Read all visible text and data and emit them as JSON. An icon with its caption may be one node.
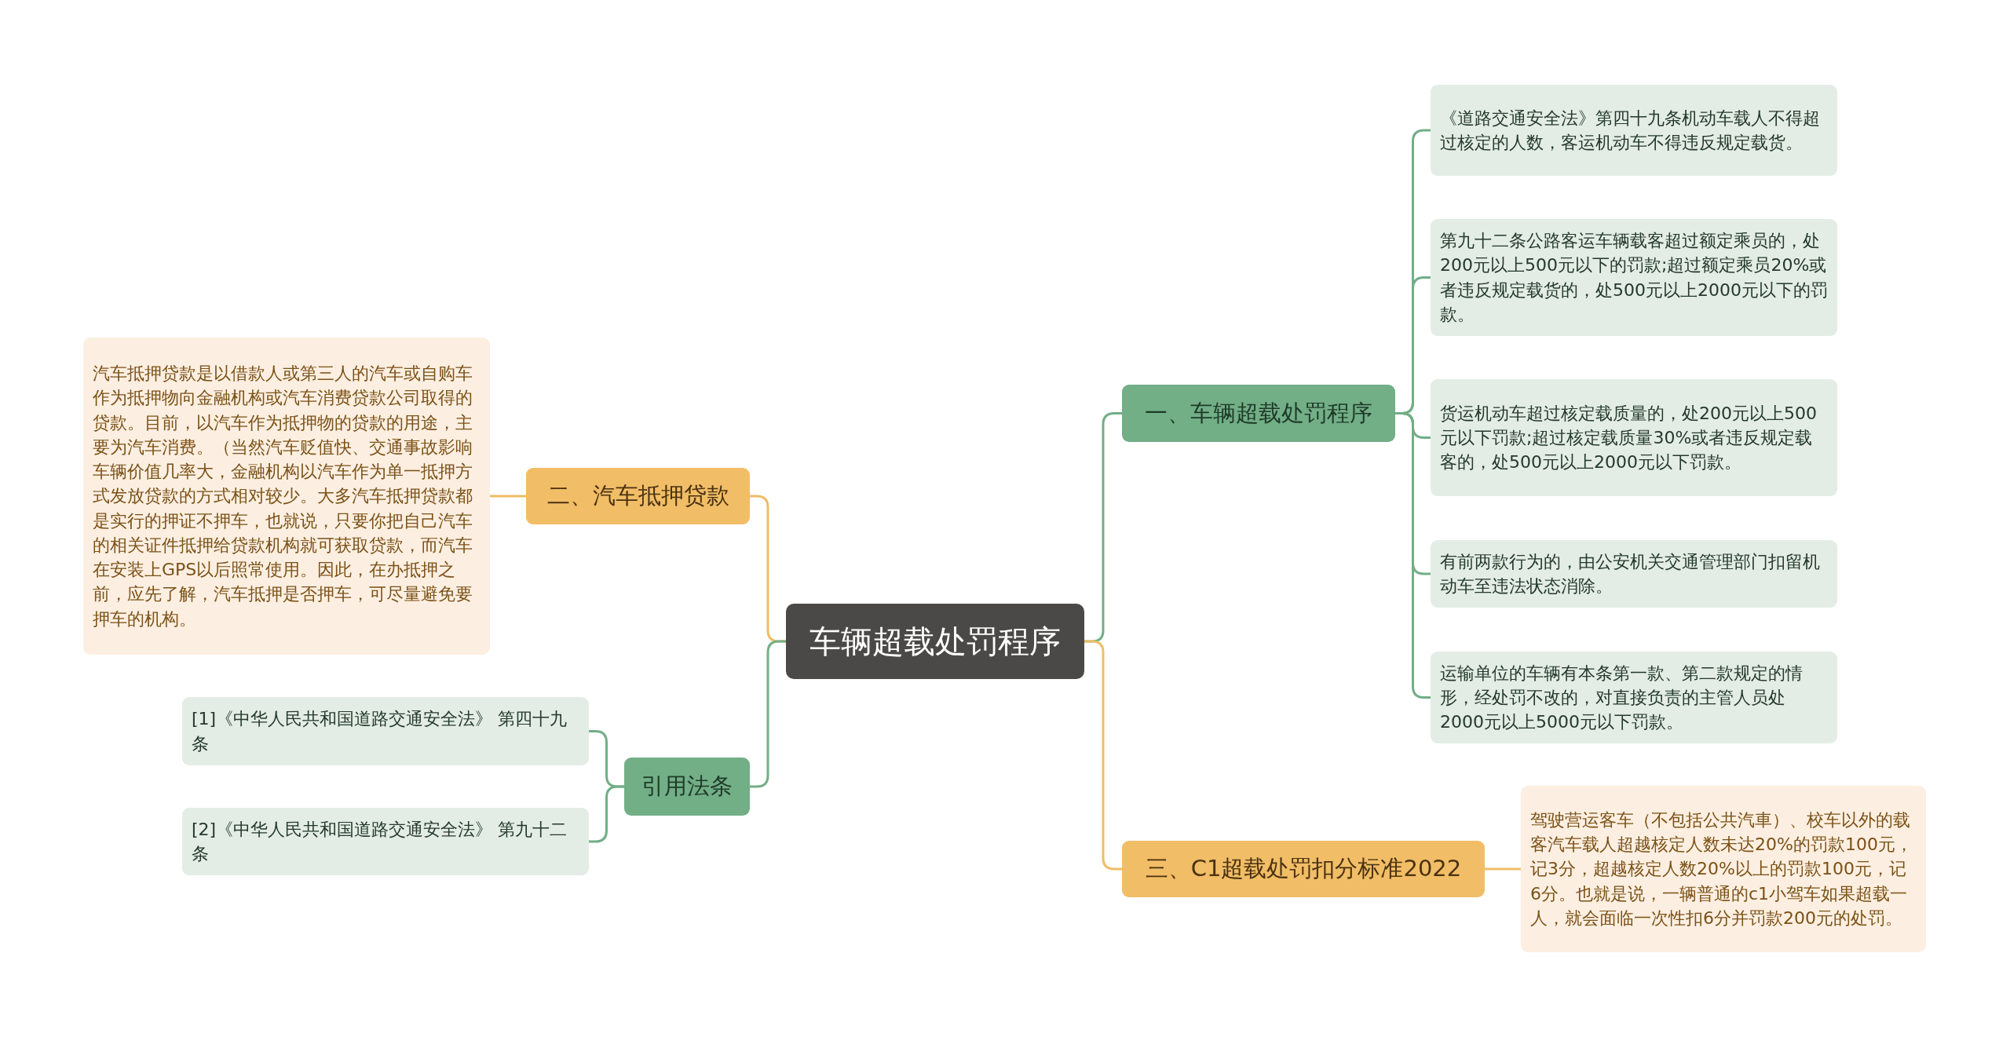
{
  "diagram": {
    "nodes": [
      {
        "text": [
          "车辆超载处罚程序"
        ]
      },
      {
        "text": [
          "一、车辆超载处罚程序"
        ]
      },
      {
        "text": [
          "《道路交通安全法》第四十九条机动车载人不得超过核定的人数，客运机动车不得违反规定载货。"
        ]
      },
      {
        "text": [
          "第九十二条公路客运车辆载客超过额定乘员的，处200元以上500元以下的罚款;超过额定乘员20%或者违反规定载货的，处500元以上2000元以下的罚款。"
        ]
      },
      {
        "text": [
          "货运机动车超过核定载质量的，处200元以上500元以下罚款;超过核定载质量30%或者违反规定载客的，处500元以上2000元以下罚款。"
        ]
      },
      {
        "text": [
          "有前两款行为的，由公安机关交通管理部门扣留机动车至违法状态消除。"
        ]
      },
      {
        "text": [
          "运输单位的车辆有本条第一款、第二款规定的情形，经处罚不改的，对直接负责的主管人员处2000元以上5000元以下罚款。"
        ]
      },
      {
        "text": [
          "三、C1超载处罚扣分标准2022"
        ]
      },
      {
        "text": [
          "驾驶营运客车（不包括公共汽車）、校车以外的载客汽车载人超越核定人数未达20%的罚款100元，记3分，超越核定人数20%以上的罚款100元，记6分。也就是说，一辆普通的c1小驾车如果超载一人，就会面临一次性扣6分并罚款200元的处罚。"
        ]
      },
      {
        "text": [
          "二、汽车抵押贷款"
        ]
      },
      {
        "text": [
          "汽车抵押贷款是以借款人或第三人的汽车或自购车作为抵押物向金融机构或汽车消费贷款公司取得的贷款。目前，以汽车作为抵押物的贷款的用途，主要为汽车消费。（当然汽车贬值快、交通事故影响车辆价值几率大，金融机构以汽车作为单一抵押方式发放贷款的方式相对较少。大多汽车抵押贷款都是实行的押证不押车，也就说，只要你把自己汽车的相关证件抵押给贷款机构就可获取贷款，而汽车在安装上GPS以后照常使用。因此，在办抵押之前，应先了解，汽车抵押是否押车，可尽量避免要押车的机构。"
        ]
      },
      {
        "text": [
          "引用法条"
        ]
      },
      {
        "text": [
          "[1]《中华人民共和国道路交通安全法》 第四十九条"
        ]
      },
      {
        "text": [
          "[2]《中华人民共和国道路交通安全法》 第九十二条"
        ]
      }
    ],
    "edges": [
      {
        "from": 0,
        "to": 1,
        "arrow": "none"
      },
      {
        "from": 1,
        "to": 2,
        "arrow": "none"
      },
      {
        "from": 1,
        "to": 3,
        "arrow": "none"
      },
      {
        "from": 1,
        "to": 4,
        "arrow": "none"
      },
      {
        "from": 1,
        "to": 5,
        "arrow": "none"
      },
      {
        "from": 1,
        "to": 6,
        "arrow": "none"
      },
      {
        "from": 0,
        "to": 7,
        "arrow": "none",
        "color": "#f0bd67"
      },
      {
        "from": 7,
        "to": 8,
        "arrow": "none",
        "color": "#f0bd67"
      },
      {
        "from": 0,
        "to": 9,
        "arrow": "none",
        "color": "#f0bd67"
      },
      {
        "from": 9,
        "to": 10,
        "arrow": "none",
        "color": "#f0bd67"
      },
      {
        "from": 0,
        "to": 11,
        "arrow": "none"
      },
      {
        "from": 11,
        "to": 12,
        "arrow": "none"
      },
      {
        "from": 11,
        "to": 13,
        "arrow": "none"
      }
    ]
  }
}
